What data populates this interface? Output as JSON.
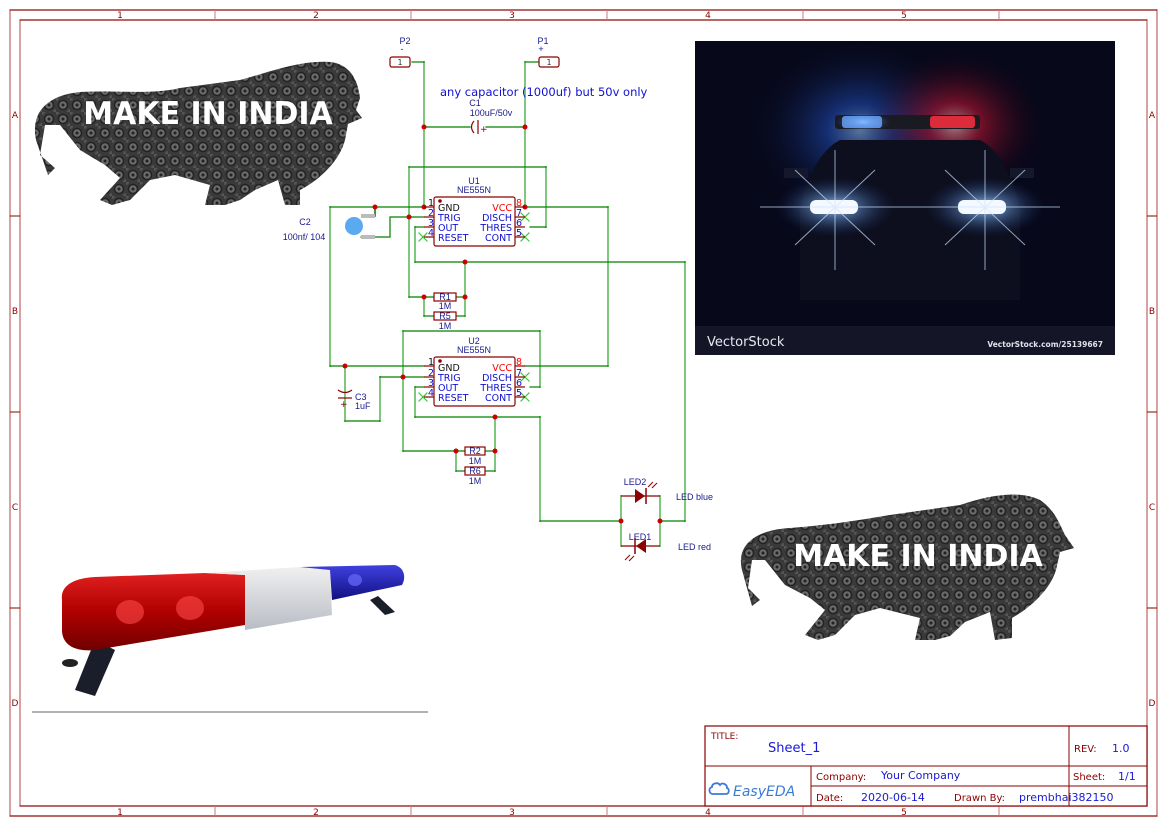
{
  "frame": {
    "columns": [
      "1",
      "2",
      "3",
      "4",
      "5"
    ],
    "rows": [
      "A",
      "B",
      "C",
      "D"
    ],
    "border_color": "#8b0000"
  },
  "ports": {
    "p2": {
      "designator": "P2",
      "polarity": "-",
      "pin": "1"
    },
    "p1": {
      "designator": "P1",
      "polarity": "+",
      "pin": "1"
    }
  },
  "note": "any capacitor (1000uf) but 50v only",
  "components": {
    "c1": {
      "designator": "C1",
      "value": "100uF/50v"
    },
    "c2": {
      "designator": "C2",
      "value": "100nf/ 104"
    },
    "c3": {
      "designator": "C3",
      "value": "1uF"
    },
    "r1": {
      "designator": "R1",
      "value": "1M"
    },
    "r5": {
      "designator": "R5",
      "value": "1M"
    },
    "r2": {
      "designator": "R2",
      "value": "1M"
    },
    "r6": {
      "designator": "R6",
      "value": "1M"
    },
    "led2": {
      "designator": "LED2",
      "label": "LED blue"
    },
    "led1": {
      "designator": "LED1",
      "label": "LED red"
    },
    "u1": {
      "designator": "U1",
      "part": "NE555N",
      "left_pins": [
        {
          "num": "1",
          "name": "GND"
        },
        {
          "num": "2",
          "name": "TRIG"
        },
        {
          "num": "3",
          "name": "OUT"
        },
        {
          "num": "4",
          "name": "RESET"
        }
      ],
      "right_pins": [
        {
          "num": "8",
          "name": "VCC"
        },
        {
          "num": "7",
          "name": "DISCH"
        },
        {
          "num": "6",
          "name": "THRES"
        },
        {
          "num": "5",
          "name": "CONT"
        }
      ]
    },
    "u2": {
      "designator": "U2",
      "part": "NE555N",
      "left_pins": [
        {
          "num": "1",
          "name": "GND"
        },
        {
          "num": "2",
          "name": "TRIG"
        },
        {
          "num": "3",
          "name": "OUT"
        },
        {
          "num": "4",
          "name": "RESET"
        }
      ],
      "right_pins": [
        {
          "num": "8",
          "name": "VCC"
        },
        {
          "num": "7",
          "name": "DISCH"
        },
        {
          "num": "6",
          "name": "THRES"
        },
        {
          "num": "5",
          "name": "CONT"
        }
      ]
    }
  },
  "images": {
    "logo_top": {
      "text": "MAKE IN INDIA"
    },
    "logo_bottom": {
      "text": "MAKE IN INDIA"
    },
    "police_car": {
      "brand": "VectorStock",
      "brand_mark": "®",
      "url_text": "VectorStock.com/25139667"
    },
    "light_bar": {
      "desc": "red white blue light bar"
    }
  },
  "title_block": {
    "title_label": "TITLE:",
    "title_value": "Sheet_1",
    "rev_label": "REV:",
    "rev_value": "1.0",
    "company_label": "Company:",
    "company_value": "Your Company",
    "sheet_label": "Sheet:",
    "sheet_value": "1/1",
    "date_label": "Date:",
    "date_value": "2020-06-14",
    "drawn_label": "Drawn By:",
    "drawn_value": "prembhai382150",
    "logo_text": "EasyEDA"
  },
  "colors": {
    "wire": "#008000",
    "wire_light": "#7ec87e",
    "junction": "#cc0000",
    "part_outline": "#8b0000",
    "pin_blue": "#1010d0",
    "pin_red": "#ff0000",
    "noconnect": "#33cc33",
    "title_value": "#1a1ad0"
  }
}
